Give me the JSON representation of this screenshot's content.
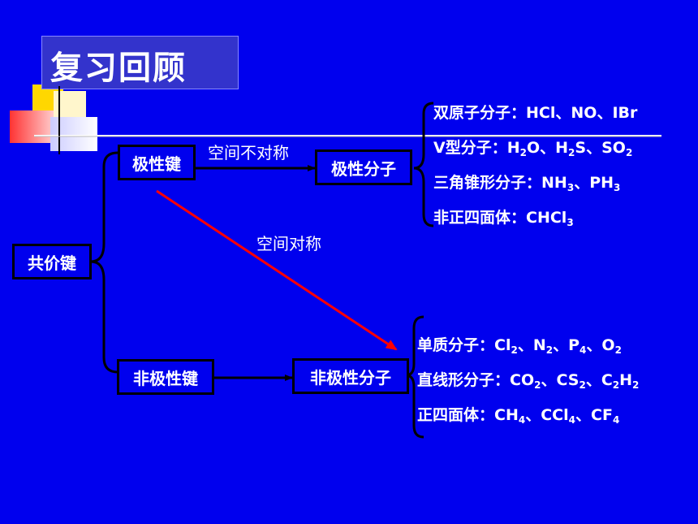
{
  "title": "复习回顾",
  "colors": {
    "background": "#0000ee",
    "arrow": "#ff0000",
    "title_box": "#3333cc"
  },
  "nodes": {
    "covalent": "共价键",
    "polar_bond": "极性键",
    "nonpolar_bond": "非极性键",
    "polar_molecule": "极性分子",
    "nonpolar_molecule": "非极性分子"
  },
  "edge_labels": {
    "asymmetric": "空间不对称",
    "symmetric": "空间对称"
  },
  "polar_examples": [
    {
      "prefix": "双原子分子：",
      "parts": [
        [
          "HCl",
          ""
        ],
        [
          "、NO",
          ""
        ],
        [
          "、IBr",
          ""
        ]
      ]
    },
    {
      "prefix": "V型分子：",
      "parts": [
        [
          "H",
          "2"
        ],
        [
          "O、H",
          "2"
        ],
        [
          "S、SO",
          "2"
        ]
      ]
    },
    {
      "prefix": "三角锥形分子：",
      "parts": [
        [
          "NH",
          "3"
        ],
        [
          "、PH",
          "3"
        ]
      ]
    },
    {
      "prefix": "非正四面体：",
      "parts": [
        [
          "CHCl",
          "3"
        ]
      ]
    }
  ],
  "nonpolar_examples": [
    {
      "prefix": "单质分子：",
      "parts": [
        [
          "Cl",
          "2"
        ],
        [
          "、N",
          "2"
        ],
        [
          "、P",
          "4"
        ],
        [
          "、O",
          "2"
        ]
      ]
    },
    {
      "prefix": "直线形分子：",
      "parts": [
        [
          "CO",
          "2"
        ],
        [
          "、CS",
          "2"
        ],
        [
          "、C",
          "2"
        ],
        [
          "H",
          "2"
        ]
      ]
    },
    {
      "prefix": "正四面体：",
      "parts": [
        [
          "CH",
          "4"
        ],
        [
          "、CCl",
          "4"
        ],
        [
          "、CF",
          "4"
        ]
      ]
    }
  ]
}
